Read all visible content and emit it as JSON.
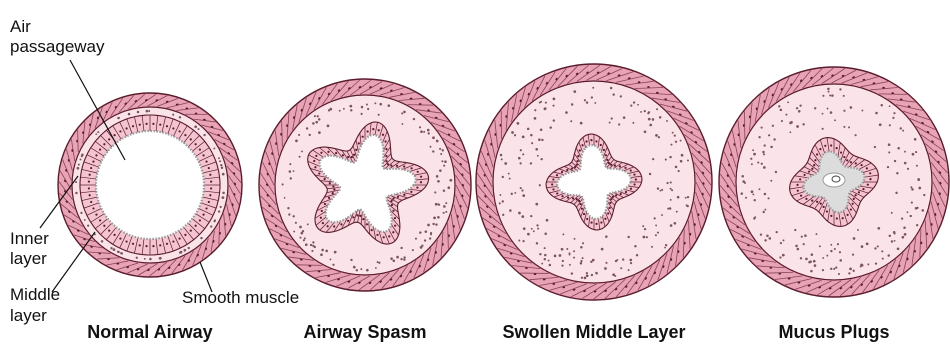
{
  "panels": [
    {
      "caption": "Normal Airway"
    },
    {
      "caption": "Airway Spasm"
    },
    {
      "caption": "Swollen Middle Layer"
    },
    {
      "caption": "Mucus Plugs"
    }
  ],
  "callouts": {
    "air_passageway_line1": "Air",
    "air_passageway_line2": "passageway",
    "inner_layer_line1": "Inner",
    "inner_layer_line2": "layer",
    "middle_layer_line1": "Middle",
    "middle_layer_line2": "layer",
    "smooth_muscle": "Smooth muscle"
  },
  "colors": {
    "muscle": "#e9a3b6",
    "muscle_stroke": "#5a1c2c",
    "middle": "#fbe3ea",
    "epithelium": "#f4c4d1",
    "lumen": "#ffffff",
    "mucus": "#dcdcdc"
  }
}
